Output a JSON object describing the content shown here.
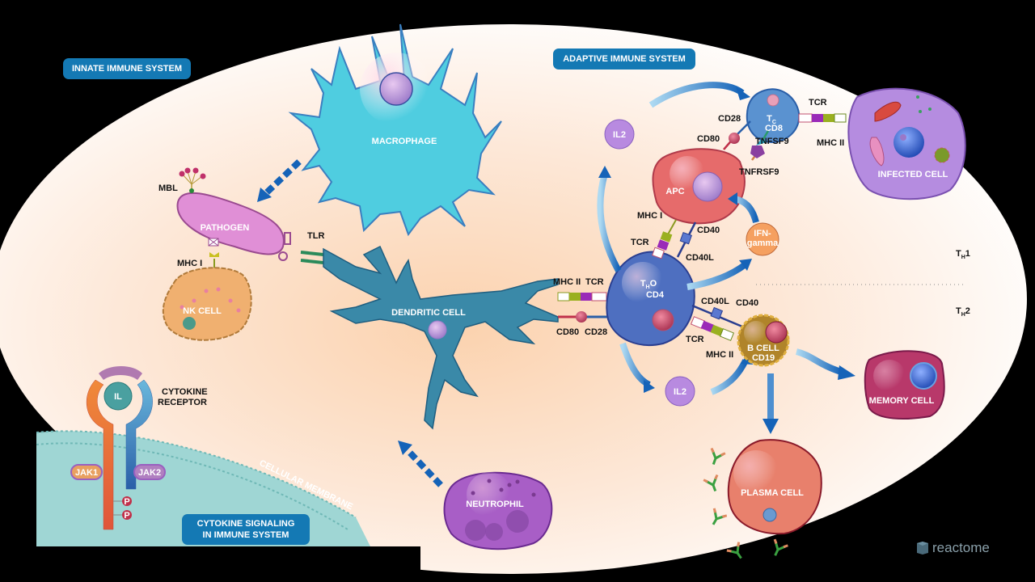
{
  "sections": {
    "innate": "INNATE IMMUNE SYSTEM",
    "adaptive": "ADAPTIVE IMMUNE SYSTEM",
    "cytokine_signaling_line1": "CYTOKINE SIGNALING",
    "cytokine_signaling_line2": "IN IMMUNE SYSTEM"
  },
  "cells": {
    "macrophage": "MACROPHAGE",
    "pathogen": "PATHOGEN",
    "nk_cell": "NK CELL",
    "dendritic_cell": "DENDRITIC CELL",
    "neutrophil": "NEUTROPHIL",
    "th0_main": "T",
    "th0_sub": "H",
    "th0_suffix": "O",
    "th0_marker": "CD4",
    "tc_main": "T",
    "tc_sub": "C",
    "tc_marker": "CD8",
    "apc": "APC",
    "infected_cell": "INFECTED CELL",
    "b_cell": "B CELL",
    "b_cell_marker": "CD19",
    "memory_cell": "MEMORY CELL",
    "plasma_cell": "PLASMA CELL"
  },
  "molecules": {
    "mbl": "MBL",
    "mhc1_nk": "MHC I",
    "tlr": "TLR",
    "mhc2_dc": "MHC II",
    "tcr_dc": "TCR",
    "cd80_dc": "CD80",
    "cd28_dc": "CD28",
    "mhc1_apc": "MHC I",
    "tcr_apc": "TCR",
    "cd40_apc": "CD40",
    "cd40l_apc": "CD40L",
    "cd28_tc": "CD28",
    "cd80_tc": "CD80",
    "tnfsf9": "TNFSF9",
    "tnfrsf9": "TNFRSF9",
    "tcr_tc": "TCR",
    "mhc2_inf": "MHC II",
    "cd40l_b": "CD40L",
    "cd40_b": "CD40",
    "tcr_b": "TCR",
    "mhc2_b": "MHC II",
    "il2_top": "IL2",
    "il2_bottom": "IL2",
    "ifn_line1": "IFN-",
    "ifn_line2": "gamma",
    "il": "IL",
    "cytokine_receptor_line1": "CYTOKINE",
    "cytokine_receptor_line2": "RECEPTOR",
    "jak1": "JAK1",
    "jak2": "JAK2",
    "p1": "P",
    "p2": "P",
    "membrane": "CELLULAR MEMBRANE"
  },
  "th_subsets": {
    "th1_main": "T",
    "th1_sub": "H",
    "th1_num": "1",
    "th2_main": "T",
    "th2_sub": "H",
    "th2_num": "2"
  },
  "branding": {
    "logo": "reactome"
  },
  "colors": {
    "badge": "#1479b4",
    "macrophage": "#4fcde0",
    "dendritic": "#3a89a8",
    "pathogen": "#e08fd6",
    "th0": "#4e6fc0",
    "apc": "#e66b6b",
    "infected": "#b58ce0",
    "b_cell": "#b0842a",
    "memory": "#b8386a",
    "plasma": "#e8806c",
    "neutrophil": "#a85ec6",
    "nk": "#f0b070",
    "membrane": "#9fd6d4"
  }
}
